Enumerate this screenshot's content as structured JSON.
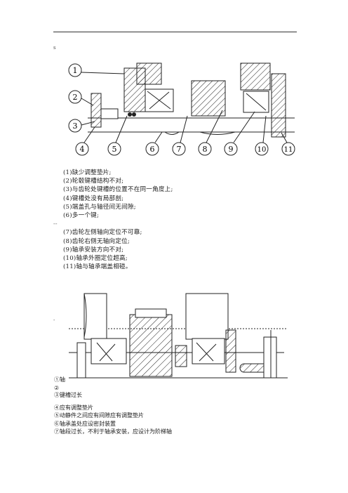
{
  "header_mark": "s",
  "figure1": {
    "labels": [
      "1",
      "2",
      "3",
      "4",
      "5",
      "6",
      "7",
      "8",
      "9",
      "10",
      "11"
    ]
  },
  "list1": [
    "(1)缺少调整垫片;",
    "(2)轮毂键槽结构不对;",
    "(3)与齿轮处键槽的位置不在同一角度上;",
    "(4)键槽处没有局部剖;",
    "(5)端盖孔与轴径间无间隙;",
    "(6)多一个键;",
    "(7)齿轮左侧轴向定位不可靠;",
    "(8)齿轮右侧无轴向定位;",
    "(9)轴承安装方向不对;",
    "(10)轴承外圈定位超高;",
    "(11)轴与轴承端盖相碰。"
  ],
  "dash_mark": "--",
  "mid_mark": "-",
  "figure2_side_labels": [
    "①轴",
    "②"
  ],
  "list2": [
    "③键槽过长",
    "④应有调整垫片",
    "⑤动静件之间应有间隙应有调整垫片",
    "⑥轴承盖处应设密封装置",
    "⑦轴段过长，不利于轴承安装，应设计为阶梯轴"
  ]
}
